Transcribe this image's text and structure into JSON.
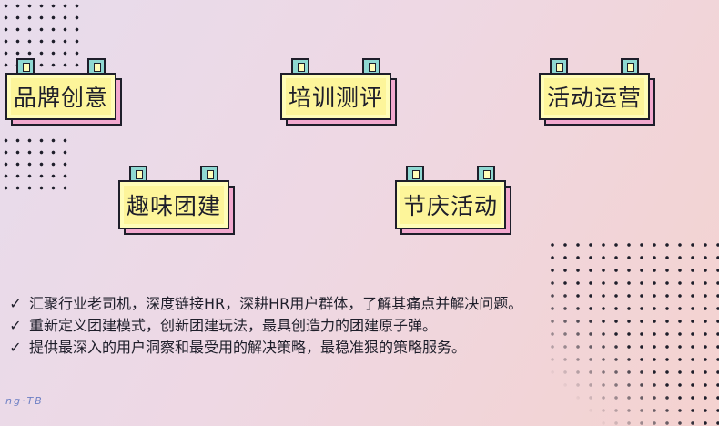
{
  "tags": [
    {
      "label": "品牌创意"
    },
    {
      "label": "培训测评"
    },
    {
      "label": "活动运营"
    },
    {
      "label": "趣味团建"
    },
    {
      "label": "节庆活动"
    }
  ],
  "bullets": [
    {
      "text": "汇聚行业老司机，深度链接HR，深耕HR用户群体，了解其痛点并解决问题。"
    },
    {
      "text": "重新定义团建模式，创新团建玩法，最具创造力的团建原子弹。"
    },
    {
      "text": "提供最深入的用户洞察和最受用的解决策略，最稳准狠的策略服务。"
    }
  ],
  "check_icon": "✓",
  "footer": "ng·TB",
  "colors": {
    "tag_fill": "#fdf59a",
    "tag_shadow": "#f2a9cf",
    "clip": "#8fd8d2",
    "ink": "#1e1e2a"
  }
}
